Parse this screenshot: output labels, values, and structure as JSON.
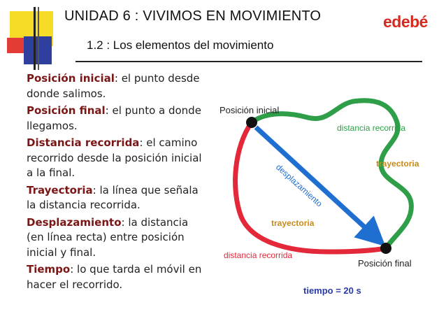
{
  "header": {
    "title": "UNIDAD 6 : VIVIMOS EN MOVIMIENTO",
    "subtitle": "1.2 : Los elementos del movimiento",
    "logo": "edebé"
  },
  "definitions": [
    {
      "term": "Posición inicial",
      "text": ": el punto desde donde salimos."
    },
    {
      "term": "Posición final",
      "text": ": el punto a donde llegamos."
    },
    {
      "term": "Distancia recorrida",
      "text": ": el camino recorrido desde la posición inicial a la final."
    },
    {
      "term": "Trayectoria",
      "text": ": la línea que señala la distancia recorrida."
    },
    {
      "term": "Desplazamiento",
      "text": ": la distancia (en línea recta) entre posición inicial y final."
    },
    {
      "term": "Tiempo",
      "text": ": lo que tarda el móvil en hacer el recorrido."
    }
  ],
  "diagram": {
    "start_label": "Posición inicial",
    "end_label": "Posición final",
    "green_path_label": "distancia recorrida",
    "green_trajectory_label": "trayectoria",
    "red_path_label": "distancia recorrida",
    "red_trajectory_label": "trayectoria",
    "displacement_label": "desplazamiento",
    "time_label": "tiempo = 20 s",
    "colors": {
      "green_path": "#2e9e48",
      "red_path": "#e3283a",
      "arrow": "#1f6fd1",
      "trajectory_text": "#c98a15",
      "time_text": "#2a3aa8",
      "point": "#111111"
    }
  }
}
